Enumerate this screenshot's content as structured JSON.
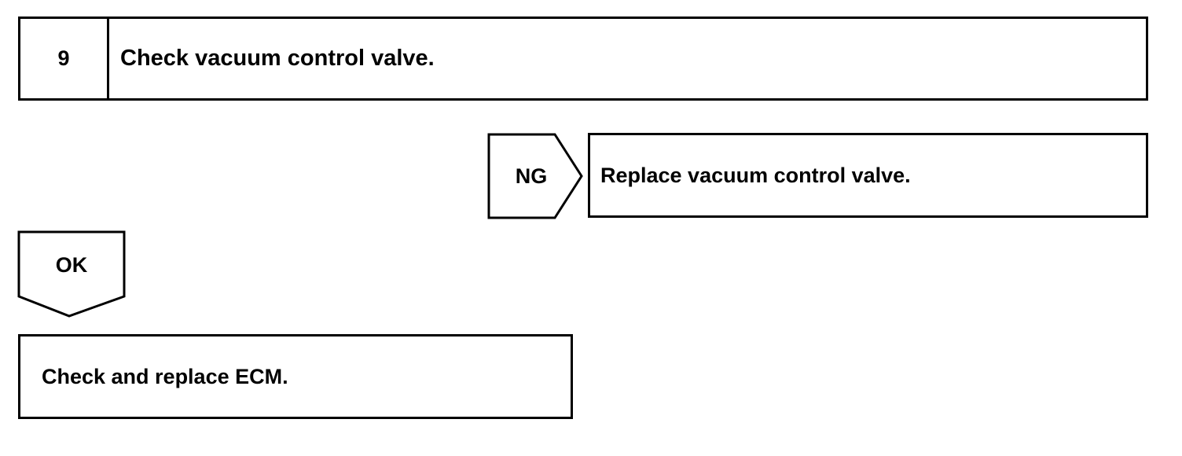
{
  "step": {
    "number": "9",
    "title": "Check vacuum control valve."
  },
  "ng_branch": {
    "label": "NG",
    "action": "Replace vacuum control valve."
  },
  "ok_branch": {
    "label": "OK",
    "action": "Check and replace ECM."
  }
}
